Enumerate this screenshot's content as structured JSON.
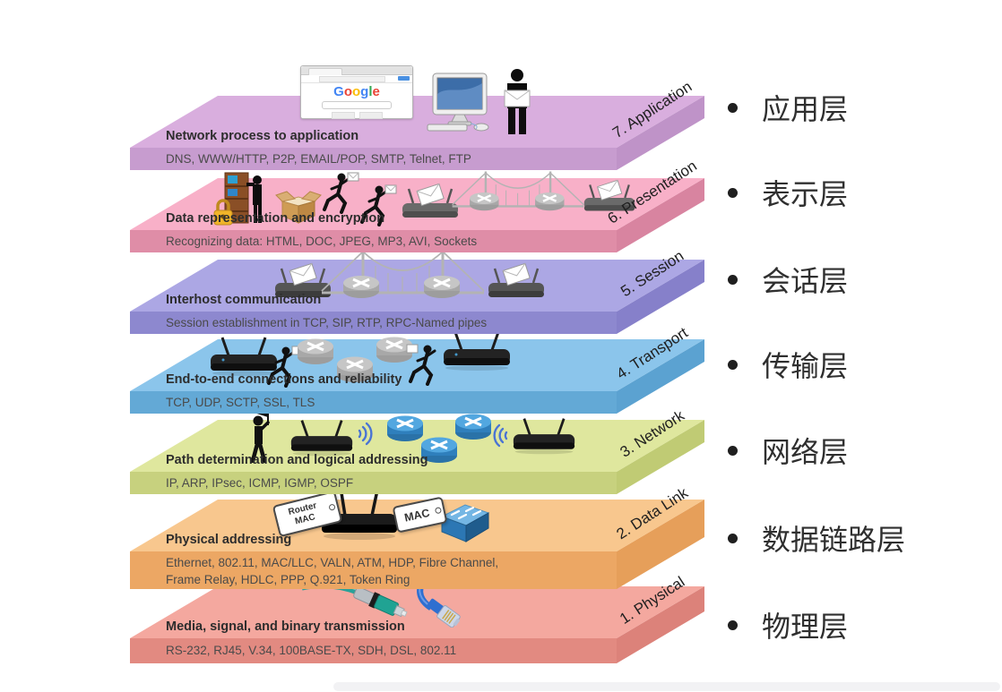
{
  "layers": [
    {
      "number": "7",
      "name": "7. Application",
      "zh_label": "应用层",
      "title": "Network process to application",
      "protocols": "DNS, WWW/HTTP, P2P, EMAIL/POP, SMTP, Telnet, FTP",
      "colors": {
        "top": "#d9aede",
        "front": "#c79ccf",
        "side": "#bf93c8"
      },
      "icons": [
        "google-browser-icon",
        "desktop-computer-icon",
        "person-with-mail-icon"
      ]
    },
    {
      "number": "6",
      "name": "6. Presentation",
      "zh_label": "表示层",
      "title": "Data representation and encryption",
      "protocols": "Recognizing data: HTML, DOC, JPEG, MP3, AVI, Sockets",
      "colors": {
        "top": "#f8b0c8",
        "front": "#df8da7",
        "side": "#d884a0"
      },
      "icons": [
        "server-rack-lock-icon",
        "open-box-icon",
        "runner-with-mail-icon",
        "runner-with-mail-icon",
        "wifi-router-mail-icon",
        "suspension-bridge-routers-icon",
        "wifi-router-mail-icon"
      ]
    },
    {
      "number": "5",
      "name": "5. Session",
      "zh_label": "会话层",
      "title": "Interhost communication",
      "protocols": "Session establishment in TCP, SIP, RTP, RPC-Named pipes",
      "colors": {
        "top": "#aca7e4",
        "front": "#8d88cf",
        "side": "#8680ca"
      },
      "icons": [
        "wifi-router-mail-icon",
        "suspension-bridge-routers-icon",
        "wifi-router-mail-icon"
      ]
    },
    {
      "number": "4",
      "name": "4. Transport",
      "zh_label": "传输层",
      "title": "End-to-end connections and reliability",
      "protocols": "TCP, UDP, SCTP, SSL, TLS",
      "colors": {
        "top": "#8bc5eb",
        "front": "#63a9d6",
        "side": "#5ba2d1"
      },
      "icons": [
        "wifi-router-icon",
        "runner-with-mail-icon",
        "router-puck-icon",
        "router-puck-icon",
        "router-puck-icon",
        "runner-with-mail-icon",
        "wifi-router-icon"
      ]
    },
    {
      "number": "3",
      "name": "3. Network",
      "zh_label": "网络层",
      "title": "Path determination and logical addressing",
      "protocols": "IP, ARP, IPsec, ICMP, IGMP, OSPF",
      "colors": {
        "top": "#dfe79e",
        "front": "#c7d17e",
        "side": "#c0cb74"
      },
      "icons": [
        "flagman-icon",
        "wifi-router-icon",
        "wifi-signal-icon",
        "router-puck-icon",
        "router-puck-icon",
        "router-puck-icon",
        "wifi-signal-icon",
        "wifi-router-icon"
      ]
    },
    {
      "number": "2",
      "name": "2. Data Link",
      "zh_label": "数据链路层",
      "title": "Physical addressing",
      "protocols": "Ethernet, 802.11, MAC/LLC, VALN, ATM, HDP, Fibre Channel,",
      "protocols_line2": "Frame Relay, HDLC,  PPP, Q.921, Token Ring",
      "colors": {
        "top": "#f8c78e",
        "front": "#eca764",
        "side": "#e69f5a"
      },
      "icons": [
        "router-mac-tag-icon",
        "wifi-router-icon",
        "mac-tag-icon",
        "network-switch-icon"
      ]
    },
    {
      "number": "1",
      "name": "1. Physical",
      "zh_label": "物理层",
      "title": "Media, signal, and binary transmission",
      "protocols": "RS-232, RJ45, V.34, 100BASE-TX, SDH, DSL, 802.11",
      "colors": {
        "top": "#f4a89f",
        "front": "#e28a81",
        "side": "#dc827a"
      },
      "icons": [
        "fiber-connector-icon",
        "ethernet-cable-icon"
      ]
    }
  ],
  "browser": {
    "logo_letters": [
      "G",
      "o",
      "o",
      "g",
      "l",
      "e"
    ]
  },
  "tags": {
    "router_mac_line1": "Router",
    "router_mac_line2": "MAC",
    "mac": "MAC"
  }
}
